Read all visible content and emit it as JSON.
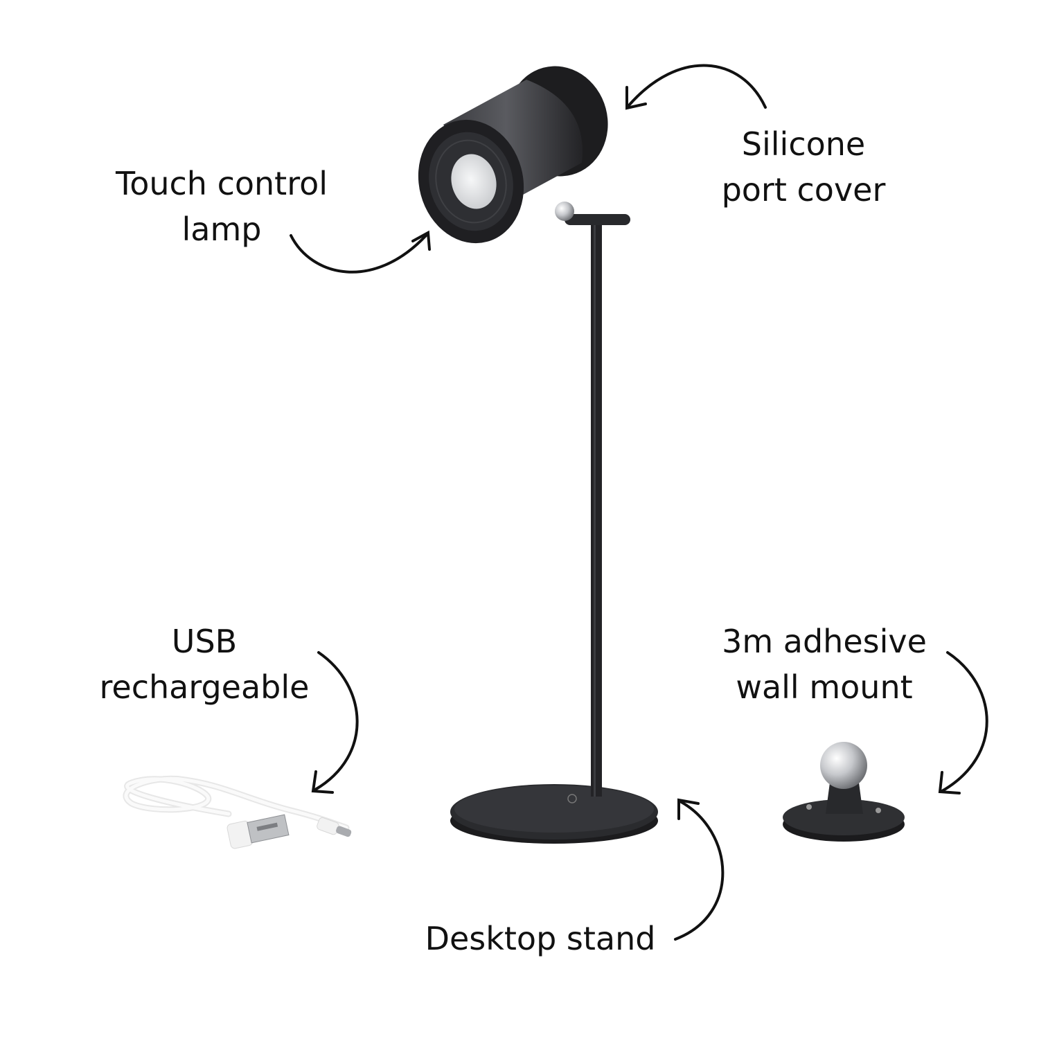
{
  "labels": {
    "touch_control": {
      "line1": "Touch control",
      "line2": "lamp"
    },
    "silicone": {
      "line1": "Silicone",
      "line2": "port cover"
    },
    "usb": {
      "line1": "USB",
      "line2": "rechargeable"
    },
    "wall_mount": {
      "line1": "3m adhesive",
      "line2": "wall mount"
    },
    "desktop": {
      "line1": "Desktop stand"
    }
  },
  "colors": {
    "background": "#ffffff",
    "lamp_body": "#2b2b2e",
    "led_lens": "#e9eaec",
    "cable": "#f4f4f4",
    "arrow": "#111111"
  }
}
